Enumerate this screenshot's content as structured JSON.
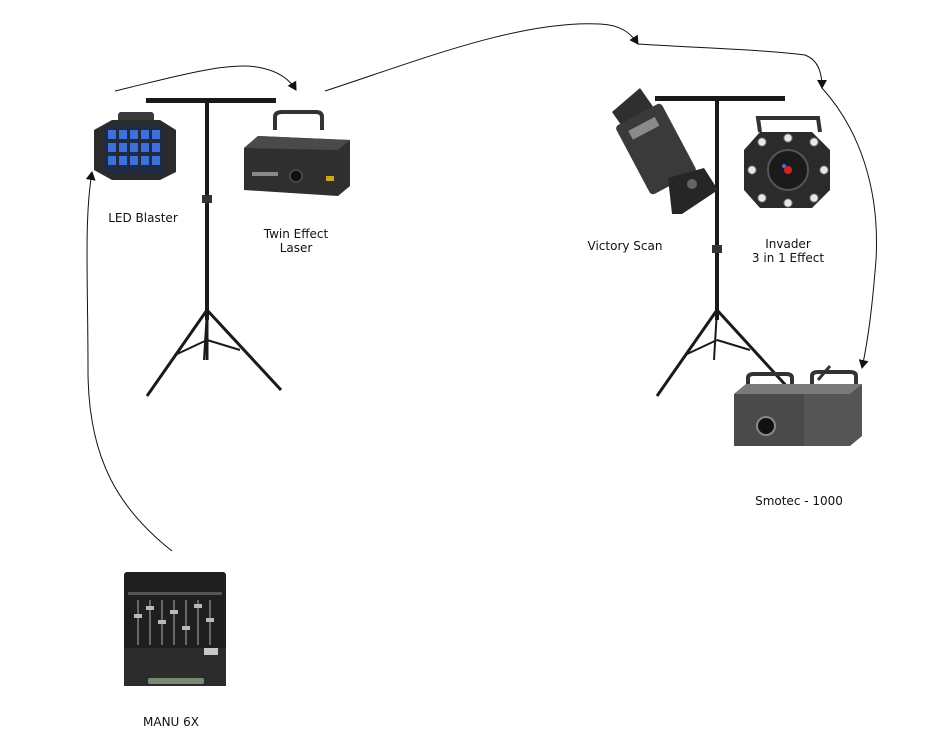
{
  "colors": {
    "line": "#111111",
    "stand": "#1a1a1a",
    "device_dark": "#2b2b2b",
    "device_mid": "#4a4a4a",
    "device_light": "#8a8a8a",
    "led_blue": "#3f6fd8",
    "laser_red": "#d22222"
  },
  "devices": {
    "led_blaster": {
      "label": "LED Blaster",
      "icon": "led-blaster-icon"
    },
    "twin_effect_laser": {
      "label_line1": "Twin Effect",
      "label_line2": "Laser",
      "icon": "laser-projector-icon"
    },
    "victory_scan": {
      "label": "Victory Scan",
      "icon": "scanner-icon"
    },
    "invader": {
      "label_line1": "Invader",
      "label_line2": "3 in 1 Effect",
      "icon": "effect-light-icon"
    },
    "smotec": {
      "label": "Smotec - 1000",
      "icon": "fog-machine-icon"
    },
    "manu6x": {
      "label": "MANU 6X",
      "icon": "dmx-controller-icon"
    }
  },
  "stands": [
    "left-tripod-stand",
    "right-tripod-stand"
  ]
}
